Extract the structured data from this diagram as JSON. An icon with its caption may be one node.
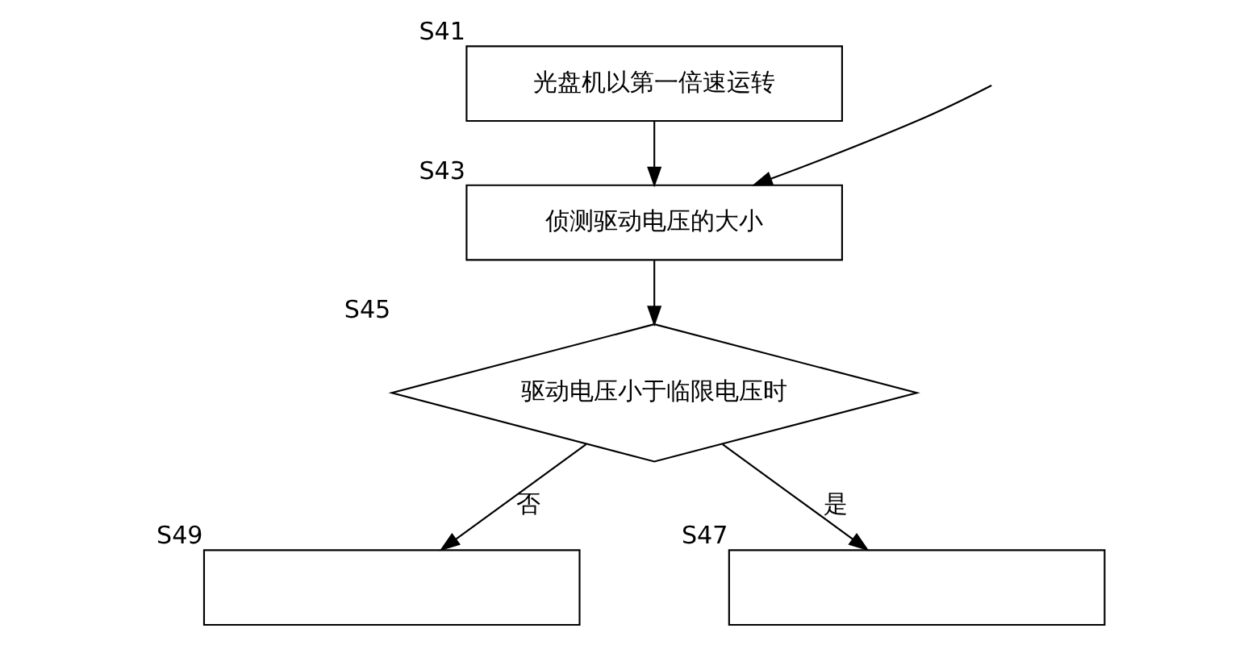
{
  "diagram": {
    "nodes": [
      {
        "text": [
          "光盘机以第一倍速运转"
        ],
        "beside": [
          "S41"
        ]
      },
      {
        "text": [
          "侦测驱动电压的大小"
        ],
        "beside": [
          "S43"
        ]
      },
      {
        "text": [
          "驱动电压小于临限电压时"
        ],
        "beside": [
          "S45"
        ]
      },
      {
        "text": [],
        "shape": "box",
        "beside": [
          "S49"
        ]
      },
      {
        "text": [],
        "shape": "box",
        "beside": [
          "S47"
        ]
      }
    ],
    "edges": [
      {
        "from": 0,
        "to": 1,
        "arrow": "to"
      },
      {
        "from": 1,
        "to": 2,
        "arrow": "to"
      },
      {
        "from": 2,
        "to": 3,
        "label": "否",
        "arrow": "to"
      },
      {
        "from": 2,
        "to": 4,
        "label": "是",
        "arrow": "to"
      },
      {
        "from": null,
        "to": 1,
        "arrow": "to"
      }
    ]
  }
}
